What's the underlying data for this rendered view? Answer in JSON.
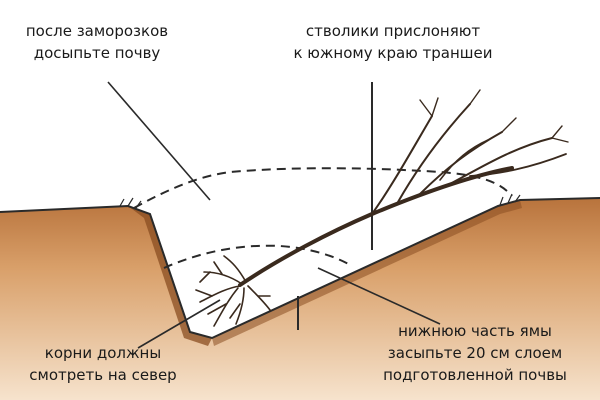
{
  "labels": {
    "top_left": [
      "после заморозков",
      "досыпьте почву"
    ],
    "top_right": [
      "стволики прислоняют",
      "к южному краю траншеи"
    ],
    "bottom_right": [
      "нижнюю часть ямы",
      "засыпьте 20 см слоем",
      "подготовленной почвы"
    ],
    "bottom_left": [
      "корни должны",
      "смотреть на север"
    ]
  },
  "colors": {
    "soil": "#c88a55",
    "soil_dark": "#8a4e22",
    "soil_light": "#e6b88a",
    "line": "#2a2a2a",
    "tree": "#3a2a1e"
  }
}
